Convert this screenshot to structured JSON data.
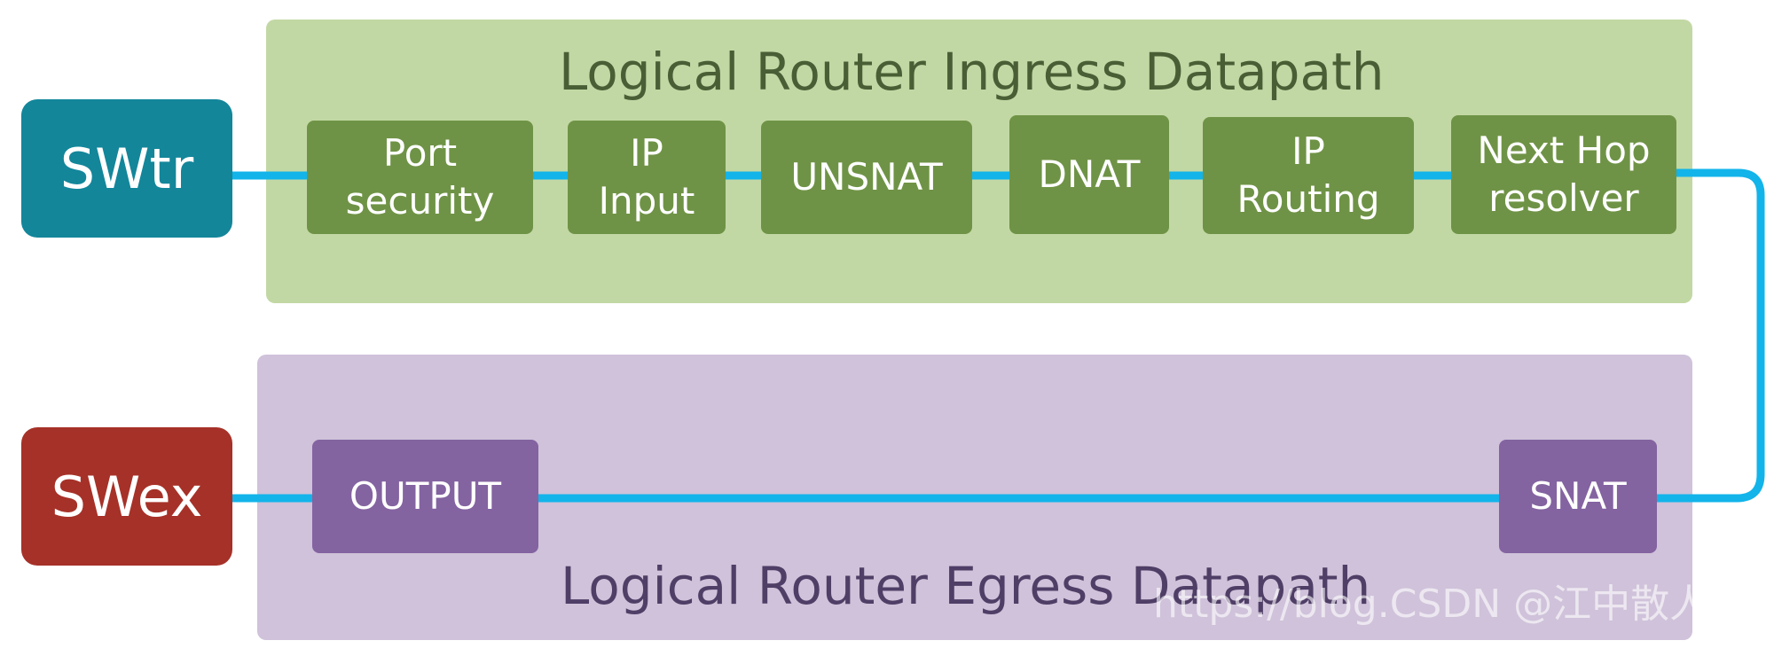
{
  "diagram": {
    "ingress": {
      "title": "Logical Router Ingress Datapath",
      "stages": [
        {
          "id": "port-security",
          "label": "Port\nsecurity"
        },
        {
          "id": "ip-input",
          "label": "IP\nInput"
        },
        {
          "id": "unsnat",
          "label": "UNSNAT"
        },
        {
          "id": "dnat",
          "label": "DNAT"
        },
        {
          "id": "ip-routing",
          "label": "IP\nRouting"
        },
        {
          "id": "next-hop",
          "label": "Next Hop\nresolver"
        }
      ]
    },
    "egress": {
      "title": "Logical Router Egress Datapath",
      "stages": [
        {
          "id": "output",
          "label": "OUTPUT"
        },
        {
          "id": "snat",
          "label": "SNAT"
        }
      ]
    },
    "switches": {
      "swtr": "SWtr",
      "swex": "SWex"
    },
    "watermark": "https://blog.CSDN @江中散人"
  },
  "colors": {
    "connector": "#12b4ea",
    "ingress_panel": "#c2d8a4",
    "ingress_stage": "#6f9346",
    "egress_panel": "#cfc2da",
    "egress_stage": "#8463a1",
    "swtr": "#13869a",
    "swex": "#a63128"
  }
}
